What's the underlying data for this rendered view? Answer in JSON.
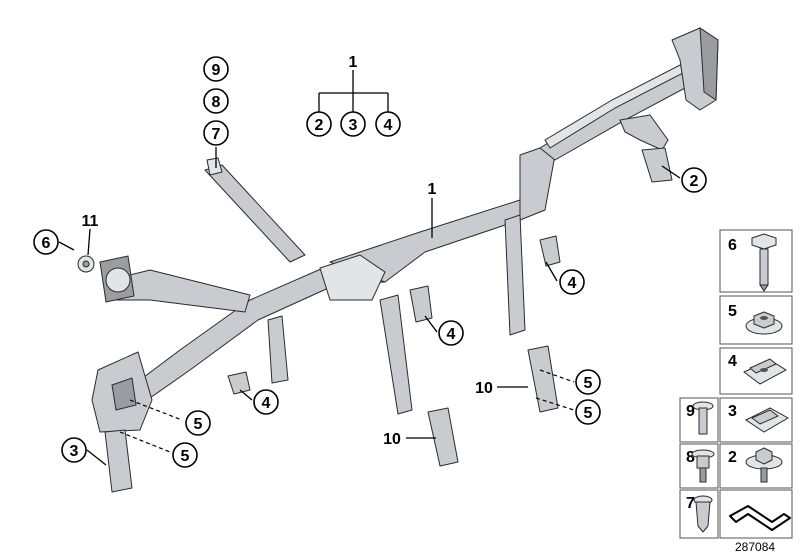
{
  "drawing_number": "287084",
  "callouts": {
    "group_top": "1",
    "group_a": "2",
    "group_b": "3",
    "group_c": "4",
    "stack_9": "9",
    "stack_8": "8",
    "stack_7": "7",
    "main_1": "1",
    "c2_right": "2",
    "c4_right": "4",
    "c4_mid": "4",
    "c4_left": "4",
    "c6": "6",
    "c11": "11",
    "c3_left": "3",
    "c5_left_a": "5",
    "c5_left_b": "5",
    "c5_right_a": "5",
    "c5_right_b": "5",
    "c10_right": "10",
    "c10_mid": "10"
  },
  "legend": {
    "n6": "6",
    "n5": "5",
    "n4": "4",
    "n9": "9",
    "n3": "3",
    "n8": "8",
    "n2": "2",
    "n7": "7"
  }
}
